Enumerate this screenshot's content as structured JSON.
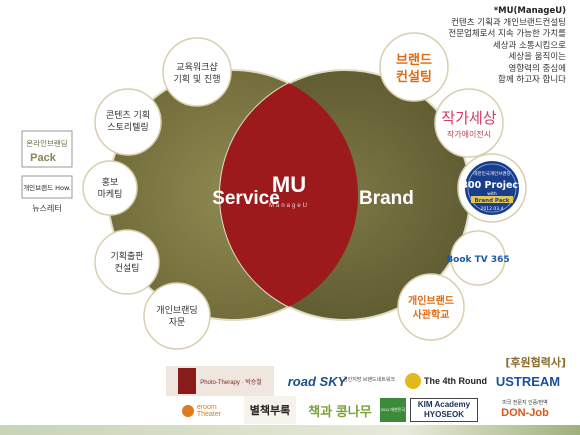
{
  "intro": {
    "heading": "*MU(ManageU)",
    "lines": [
      "컨텐츠 기획과 개인브랜드컨설팅",
      "전문업체로서 지속 가능한 가치를",
      "세상과 소통시킴으로",
      "세상을 움직이는",
      "영향력의 중심에",
      "함께 하고자 합니다"
    ]
  },
  "center": {
    "logo": "MU",
    "sub": "ManageU"
  },
  "left_label": "Service",
  "right_label": "Brand",
  "service_items": [
    {
      "lines": [
        "교육워크샵",
        "기획 및 진행"
      ]
    },
    {
      "lines": [
        "콘텐츠 기획",
        "스토리텔링"
      ]
    },
    {
      "lines": [
        "홍보",
        "마케팅"
      ]
    },
    {
      "lines": [
        "기획출판",
        "컨설팅"
      ]
    },
    {
      "lines": [
        "개인브랜딩",
        "자문"
      ]
    }
  ],
  "brand_items": [
    {
      "lines": [
        "브랜드",
        "컨설팅"
      ]
    },
    {
      "title": "작가세상",
      "sub": "작가에이전시"
    },
    {
      "lines": [
        "대한민국개인브랜딩",
        "300 Project",
        "with",
        "Brand Pack",
        "2012.03.4"
      ]
    },
    {
      "lines": [
        "Book TV 365"
      ]
    },
    {
      "lines": [
        "개인브랜드",
        "사관학교"
      ]
    }
  ],
  "side_boxes": [
    {
      "lines": [
        "온라인브랜딩",
        "Pack"
      ]
    },
    {
      "lines": [
        "개인브랜드 How."
      ]
    },
    {
      "lines": [
        "뉴스레터"
      ]
    }
  ],
  "sponsors_title": "[후원협력사]",
  "sponsors": [
    "Photo-Therapy · 박승철",
    "road SKY",
    "경인지방 브랜드네트워크",
    "The 4th Round",
    "USTREAM",
    "eroom Theater",
    "별책부록",
    "책과 콩나무",
    "2011 대한민국",
    "KIM Academy",
    "HYOSEOK",
    "미국 전문지 인증/번역",
    "DON-Job"
  ],
  "colors": {
    "service_circle": "#807a45",
    "brand_circle": "#6e6a3a",
    "intersection": "#9b1a1d",
    "small_circle_border": "#d4c9a8",
    "brand_text": "#e06a12"
  }
}
